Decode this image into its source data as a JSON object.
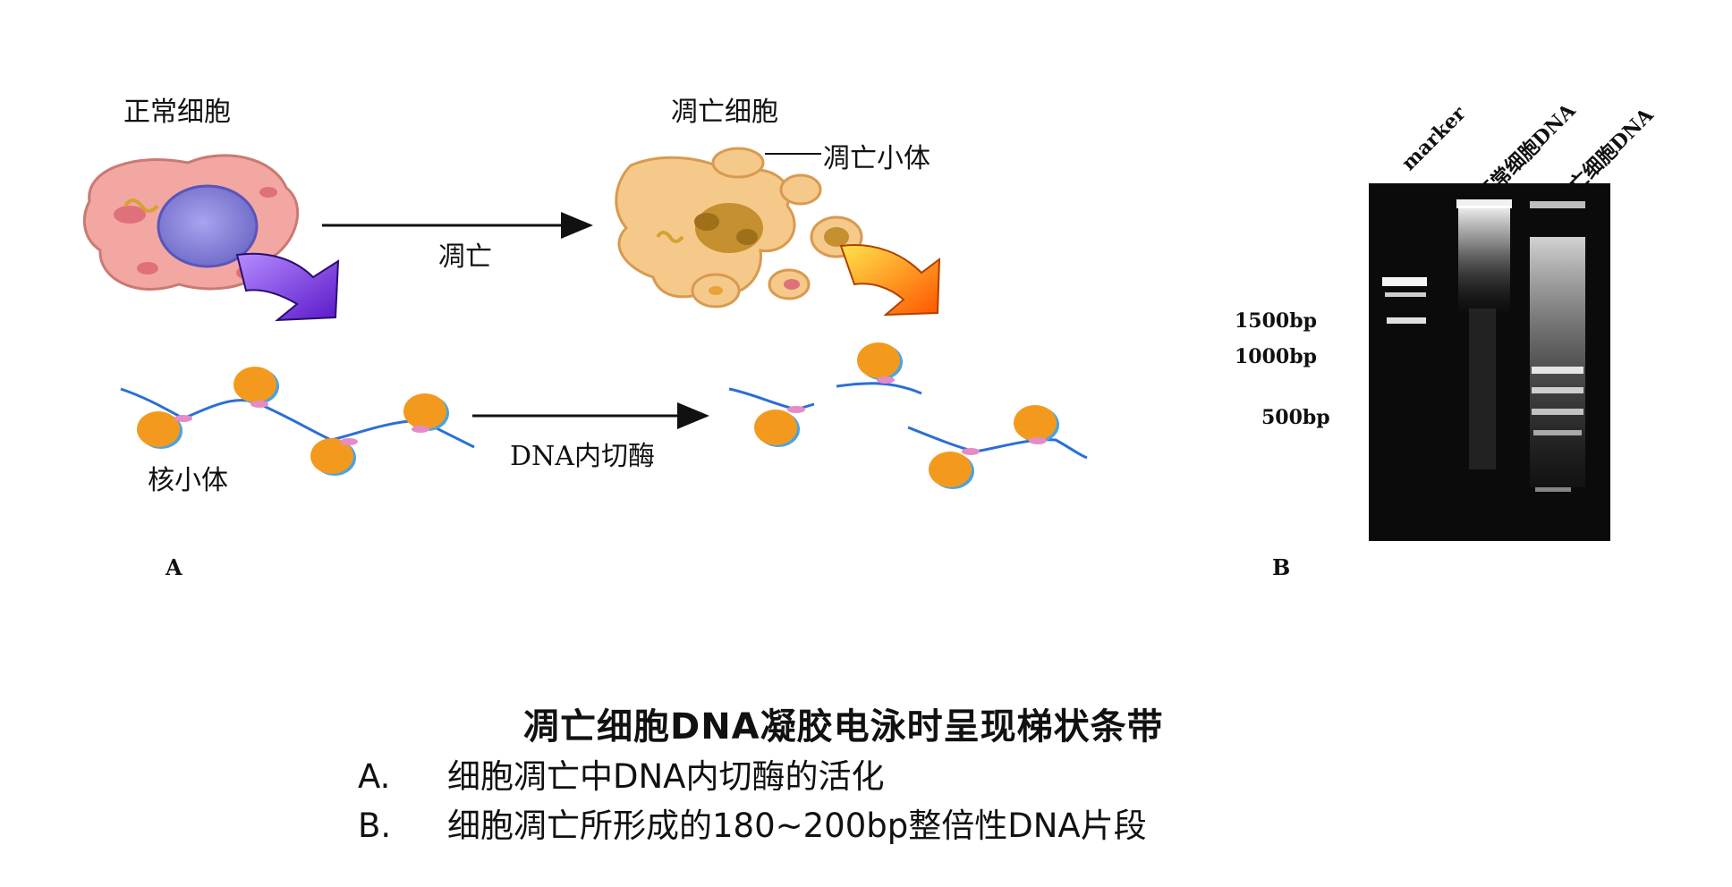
{
  "panel_a": {
    "normal_cell_label": "正常细胞",
    "apoptotic_cell_label": "凋亡细胞",
    "apoptotic_body_label": "凋亡小体",
    "apoptosis_arrow_label": "凋亡",
    "nucleosome_label": "核小体",
    "endonuclease_arrow_label": "DNA内切酶",
    "panel_letter": "A"
  },
  "panel_b": {
    "lanes": [
      "marker",
      "正常细胞DNA",
      "凋亡细胞DNA"
    ],
    "size_markers": [
      "1500bp",
      "1000bp",
      "500bp"
    ],
    "panel_letter": "B"
  },
  "caption": {
    "title": "凋亡细胞DNA凝胶电泳时呈现梯状条带",
    "items": [
      {
        "tag": "A.",
        "text": "细胞凋亡中DNA内切酶的活化"
      },
      {
        "tag": "B.",
        "text": "细胞凋亡所形成的180~200bp整倍性DNA片段"
      }
    ]
  },
  "colors": {
    "cell_pink": "#f2a7a3",
    "nucleus_blue": "#8a86d6",
    "apoptotic_tan": "#f5c98a",
    "nucleosome_orange": "#f39a1e",
    "dna_blue": "#2a6fd6",
    "gel_bg": "#0b0b0b"
  }
}
